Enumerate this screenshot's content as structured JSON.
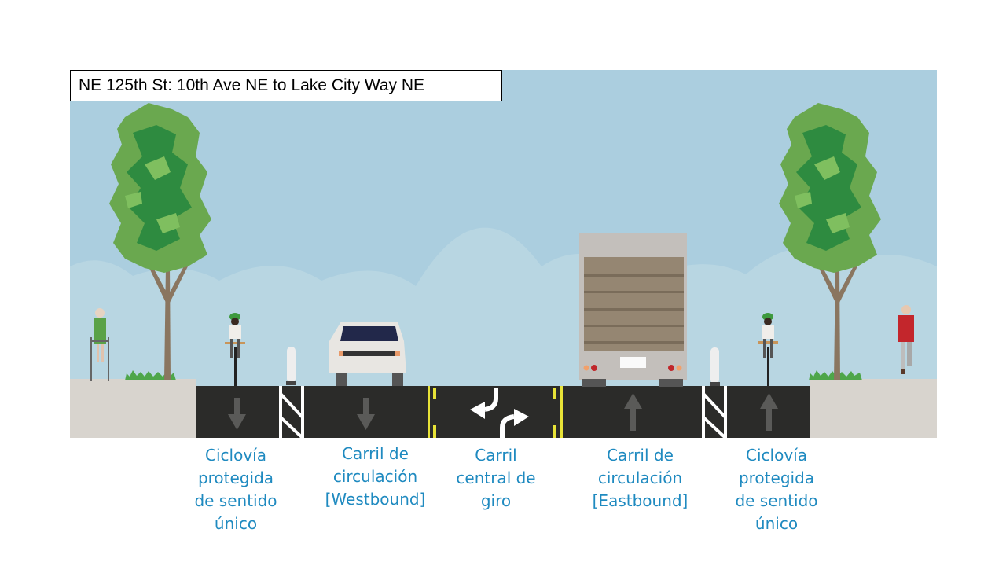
{
  "title": "NE 125th St: 10th Ave NE to Lake City Way NE",
  "colors": {
    "sky": "#abcedf",
    "cloud": "#b8d6e2",
    "road": "#2b2b29",
    "sidewalk": "#d8d4ce",
    "label_text": "#1f8ac0",
    "center_line": "#e8e337",
    "tree_dark": "#2e8b40",
    "tree_light": "#6aa84f",
    "trunk": "#8a7660"
  },
  "cross_section": {
    "left_sidewalk": {
      "elements": [
        "pedestrian-with-walker-icon",
        "tree-icon",
        "planter-icon"
      ]
    },
    "lanes": [
      {
        "id": "bike-westbound",
        "direction": "down",
        "occupant": "cyclist-icon",
        "label_lines": [
          "Ciclovía",
          "protegida",
          "de sentido",
          "único"
        ]
      },
      {
        "id": "buffer-left",
        "type": "hatched-buffer",
        "element": "flexpost-bollard-icon"
      },
      {
        "id": "travel-westbound",
        "direction": "down",
        "occupant": "car-icon",
        "label_lines": [
          "Carril de",
          "circulación",
          "[Westbound]"
        ]
      },
      {
        "id": "center-turn",
        "direction": "two-way-left-turn",
        "label_lines": [
          "Carril",
          "central de",
          "giro"
        ]
      },
      {
        "id": "travel-eastbound",
        "direction": "up",
        "occupant": "box-truck-icon",
        "label_lines": [
          "Carril de",
          "circulación",
          "[Eastbound]"
        ]
      },
      {
        "id": "buffer-right",
        "type": "hatched-buffer",
        "element": "flexpost-bollard-icon"
      },
      {
        "id": "bike-eastbound",
        "direction": "up",
        "occupant": "cyclist-icon",
        "label_lines": [
          "Ciclovía",
          "protegida",
          "de sentido",
          "único"
        ]
      }
    ],
    "right_sidewalk": {
      "elements": [
        "tree-icon",
        "planter-icon",
        "pedestrian-walking-icon"
      ]
    }
  }
}
